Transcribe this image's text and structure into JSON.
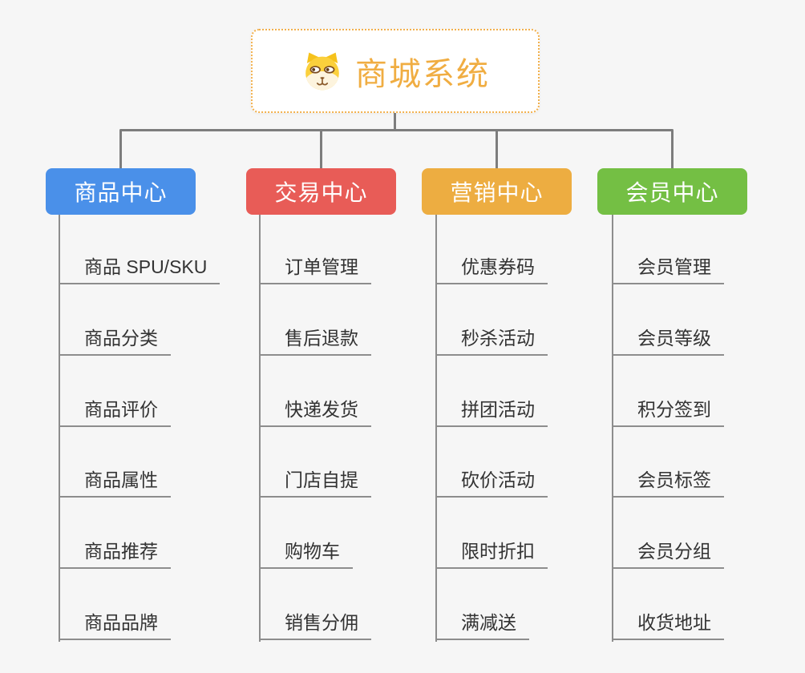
{
  "root": {
    "title": "商城系统",
    "icon": "shiba-dog-icon",
    "border_color": "#f2b04c",
    "title_color": "#f0ad42"
  },
  "connector_color": "#7d7d7d",
  "branches": [
    {
      "label": "商品中心",
      "color": "#4a90e9",
      "items": [
        "商品 SPU/SKU",
        "商品分类",
        "商品评价",
        "商品属性",
        "商品推荐",
        "商品品牌"
      ]
    },
    {
      "label": "交易中心",
      "color": "#e85c57",
      "items": [
        "订单管理",
        "售后退款",
        "快递发货",
        "门店自提",
        "购物车",
        "销售分佣"
      ]
    },
    {
      "label": "营销中心",
      "color": "#edad41",
      "items": [
        "优惠券码",
        "秒杀活动",
        "拼团活动",
        "砍价活动",
        "限时折扣",
        "满减送"
      ]
    },
    {
      "label": "会员中心",
      "color": "#74bf44",
      "items": [
        "会员管理",
        "会员等级",
        "积分签到",
        "会员标签",
        "会员分组",
        "收货地址"
      ]
    }
  ]
}
